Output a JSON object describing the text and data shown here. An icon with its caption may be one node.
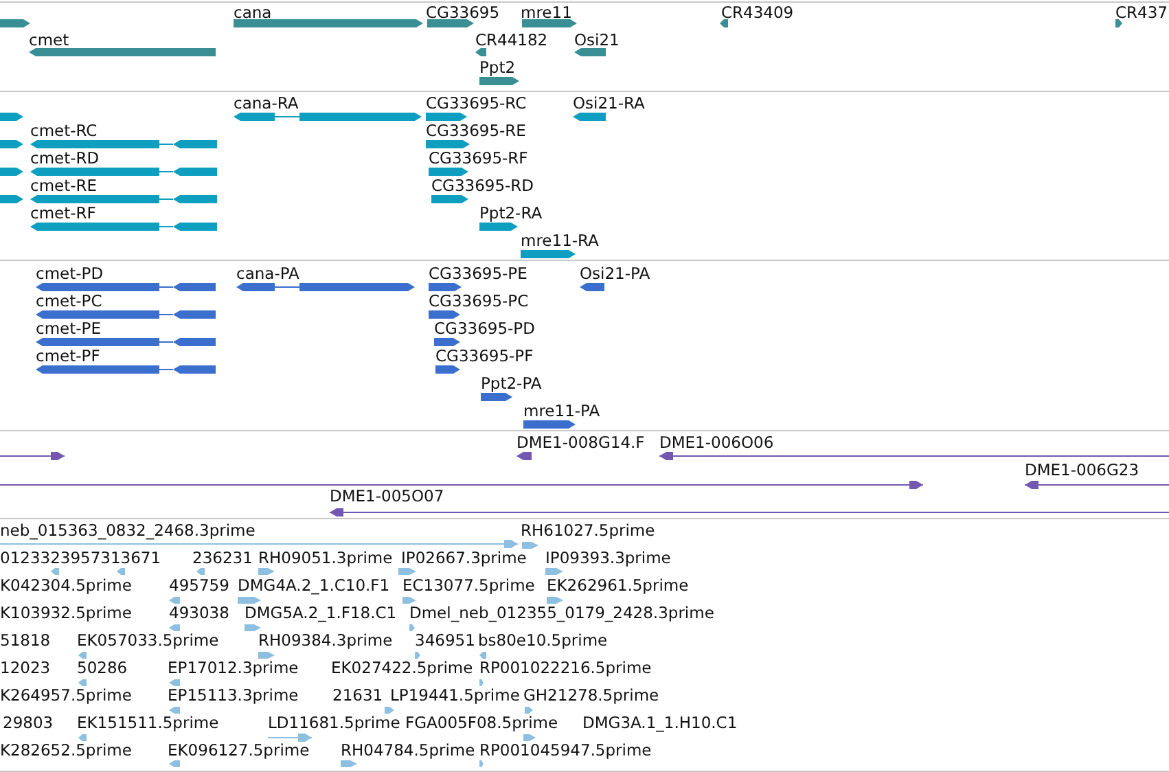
{
  "diagram": {
    "labels": [
      "cana",
      "CG33695",
      "mre11",
      "CR43409",
      "CR437",
      "cmet",
      "CR44182",
      "Osi21",
      "Ppt2",
      "cana-RA",
      "CG33695-RC",
      "Osi21-RA",
      "cmet-RC",
      "CG33695-RE",
      "cmet-RD",
      "CG33695-RF",
      "cmet-RE",
      "CG33695-RD",
      "cmet-RF",
      "Ppt2-RA",
      "mre11-RA",
      "cmet-PD",
      "cana-PA",
      "CG33695-PE",
      "Osi21-PA",
      "cmet-PC",
      "CG33695-PC",
      "cmet-PE",
      "CG33695-PD",
      "cmet-PF",
      "CG33695-PF",
      "Ppt2-PA",
      "mre11-PA",
      "DME1-008G14.F",
      "DME1-006O06",
      "DME1-006G23",
      "DME1-005O07",
      "neb_015363_0832_2468.3prime",
      "RH61027.5prime",
      "0123323957313671",
      "236231",
      "RH09051.3prime",
      "IP02667.3prime",
      "IP09393.3prime",
      "K042304.5prime",
      "495759",
      "DMG4A.2_1.C10.F1",
      "EC13077.5prime",
      "EK262961.5prime",
      "K103932.5prime",
      "493038",
      "DMG5A.2_1.F18.C1",
      "Dmel_neb_012355_0179_2428.3prime",
      "51818",
      "EK057033.5prime",
      "RH09384.3prime",
      "346951",
      "bs80e10.5prime",
      "12023",
      "50286",
      "EP17012.3prime",
      "EK027422.5prime",
      "RP001022216.5prime",
      "K264957.5prime",
      "EP15113.3prime",
      "21631",
      "LP19441.5prime",
      "GH21278.5prime",
      "29803",
      "EK151511.5prime",
      "LD11681.5prime",
      "FGA005F08.5prime",
      "DMG3A.1_1.H10.C1",
      "K282652.5prime",
      "EK096127.5prime",
      "RH04784.5prime",
      "RP001045947.5prime"
    ]
  }
}
